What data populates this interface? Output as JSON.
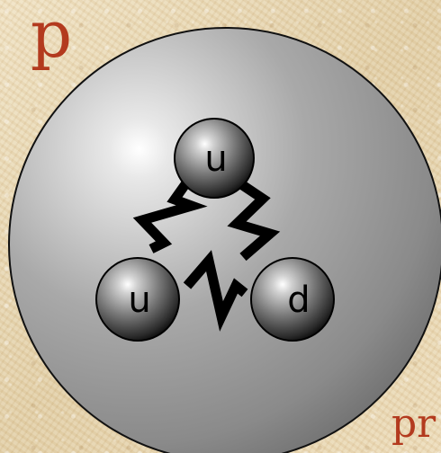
{
  "particle_symbol": "p",
  "corner_label": "pr",
  "quarks": [
    {
      "label": "u"
    },
    {
      "label": "u"
    },
    {
      "label": "d"
    }
  ],
  "colors": {
    "label_red": "#b33a1e",
    "background": "#e9d9b6"
  }
}
